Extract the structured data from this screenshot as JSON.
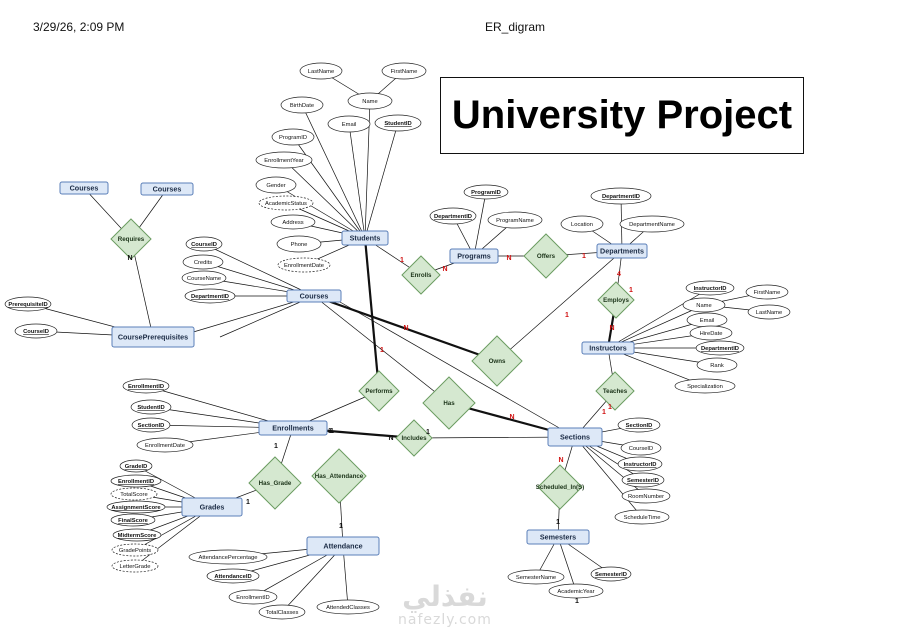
{
  "header": {
    "timestamp": "3/29/26, 2:09 PM",
    "doc_title": "ER_digram"
  },
  "title_box": "University Project",
  "watermark": {
    "arabic": "نفذلي",
    "latin": "nafezly.com"
  },
  "entities": [
    {
      "id": "students",
      "label": "Students"
    },
    {
      "id": "programs",
      "label": "Programs"
    },
    {
      "id": "departments",
      "label": "Departments"
    },
    {
      "id": "courses",
      "label": "Courses"
    },
    {
      "id": "courses_a",
      "label": "Courses"
    },
    {
      "id": "courses_b",
      "label": "Courses"
    },
    {
      "id": "courseprereq",
      "label": "CoursePrerequisites"
    },
    {
      "id": "instructors",
      "label": "Instructors"
    },
    {
      "id": "enrollments",
      "label": "Enrollments"
    },
    {
      "id": "sections",
      "label": "Sections"
    },
    {
      "id": "grades",
      "label": "Grades"
    },
    {
      "id": "attendance",
      "label": "Attendance"
    },
    {
      "id": "semesters",
      "label": "Semesters"
    }
  ],
  "relationships": [
    {
      "id": "requires",
      "label": "Requires"
    },
    {
      "id": "enrolls",
      "label": "Enrolls"
    },
    {
      "id": "offers",
      "label": "Offers"
    },
    {
      "id": "employs",
      "label": "Employs"
    },
    {
      "id": "owns",
      "label": "Owns"
    },
    {
      "id": "teaches",
      "label": "Teaches"
    },
    {
      "id": "performs",
      "label": "Performs"
    },
    {
      "id": "has",
      "label": "Has"
    },
    {
      "id": "includes",
      "label": "Includes"
    },
    {
      "id": "has_grade",
      "label": "Has_Grade"
    },
    {
      "id": "has_attendance",
      "label": "Has_Attendance"
    },
    {
      "id": "scheduled_in",
      "label": "Scheduled_In(S)"
    }
  ],
  "attributes": [
    {
      "id": "a_lastname",
      "label": "LastName"
    },
    {
      "id": "a_firstname",
      "label": "FirstName"
    },
    {
      "id": "a_name_s",
      "label": "Name"
    },
    {
      "id": "a_birthdate",
      "label": "BirthDate"
    },
    {
      "id": "a_email_s",
      "label": "Email"
    },
    {
      "id": "a_studentid",
      "label": "StudentID"
    },
    {
      "id": "a_programid_s",
      "label": "ProgramID"
    },
    {
      "id": "a_enrollyear",
      "label": "EnrollmentYear"
    },
    {
      "id": "a_gender",
      "label": "Gender"
    },
    {
      "id": "a_acadstatus",
      "label": "AcademicStatus"
    },
    {
      "id": "a_address",
      "label": "Address"
    },
    {
      "id": "a_phone",
      "label": "Phone"
    },
    {
      "id": "a_enrolldate_s",
      "label": "EnrollmentDate"
    },
    {
      "id": "a_programid_p",
      "label": "ProgramID"
    },
    {
      "id": "a_deptid_p",
      "label": "DepartmentID"
    },
    {
      "id": "a_programname",
      "label": "ProgramName"
    },
    {
      "id": "a_deptid_d",
      "label": "DepartmentID"
    },
    {
      "id": "a_location",
      "label": "Location"
    },
    {
      "id": "a_deptname",
      "label": "DepartmentName"
    },
    {
      "id": "a_courseid_c",
      "label": "CourseID"
    },
    {
      "id": "a_credits",
      "label": "Credits"
    },
    {
      "id": "a_coursename",
      "label": "CourseName"
    },
    {
      "id": "a_deptid_c",
      "label": "DepartmentID"
    },
    {
      "id": "a_prereqid",
      "label": "PrerequisiteID"
    },
    {
      "id": "a_courseid_cp",
      "label": "CourseID"
    },
    {
      "id": "a_instructorid",
      "label": "InstructorID"
    },
    {
      "id": "a_name_i",
      "label": "Name"
    },
    {
      "id": "a_firstname_i",
      "label": "FirstName"
    },
    {
      "id": "a_lastname_i",
      "label": "LastName"
    },
    {
      "id": "a_email_i",
      "label": "Email"
    },
    {
      "id": "a_hiredate",
      "label": "HireDate"
    },
    {
      "id": "a_deptid_i",
      "label": "DepartmentID"
    },
    {
      "id": "a_rank",
      "label": "Rank"
    },
    {
      "id": "a_specialization",
      "label": "Specialization"
    },
    {
      "id": "a_enrollid_e",
      "label": "EnrollmentID"
    },
    {
      "id": "a_studentid_e",
      "label": "StudentID"
    },
    {
      "id": "a_sectionid_e",
      "label": "SectionID"
    },
    {
      "id": "a_enrolldate_e",
      "label": "EnrollmentDate"
    },
    {
      "id": "a_sectionid_sec",
      "label": "SectionID"
    },
    {
      "id": "a_courseid_sec",
      "label": "CourseID"
    },
    {
      "id": "a_instructorid_sec",
      "label": "InstructorID"
    },
    {
      "id": "a_semesterid_sec",
      "label": "SemesterID"
    },
    {
      "id": "a_roomnumber",
      "label": "RoomNumber"
    },
    {
      "id": "a_scheduletime",
      "label": "ScheduleTime"
    },
    {
      "id": "a_gradeid",
      "label": "GradeID"
    },
    {
      "id": "a_enrollid_g",
      "label": "EnrollmentID"
    },
    {
      "id": "a_totalscore",
      "label": "TotalScore"
    },
    {
      "id": "a_assignscore",
      "label": "AssignmentScore"
    },
    {
      "id": "a_finalscore",
      "label": "FinalScore"
    },
    {
      "id": "a_midtermscore",
      "label": "MidtermScore"
    },
    {
      "id": "a_gradepoints",
      "label": "GradePoints"
    },
    {
      "id": "a_lettergrade",
      "label": "LetterGrade"
    },
    {
      "id": "a_attpct",
      "label": "AttendancePercentage"
    },
    {
      "id": "a_attid",
      "label": "AttendanceID"
    },
    {
      "id": "a_enrollid_a",
      "label": "EnrollmentID"
    },
    {
      "id": "a_totalclasses",
      "label": "TotalClasses"
    },
    {
      "id": "a_attendedclasses",
      "label": "AttendedClasses"
    },
    {
      "id": "a_semestername",
      "label": "SemesterName"
    },
    {
      "id": "a_semesterid",
      "label": "SemesterID"
    },
    {
      "id": "a_academicyear",
      "label": "AcademicYear"
    }
  ],
  "cardinalities": [
    {
      "id": "c1",
      "label": "1"
    },
    {
      "id": "c2",
      "label": "N"
    },
    {
      "id": "c3",
      "label": "N"
    },
    {
      "id": "c4",
      "label": "1"
    },
    {
      "id": "c5",
      "label": "4"
    },
    {
      "id": "c6",
      "label": "1"
    },
    {
      "id": "c7",
      "label": "N"
    },
    {
      "id": "c8",
      "label": "1"
    },
    {
      "id": "c9",
      "label": "N"
    },
    {
      "id": "c10",
      "label": "1"
    },
    {
      "id": "c11",
      "label": "N"
    },
    {
      "id": "c12",
      "label": "1"
    },
    {
      "id": "c13",
      "label": "1"
    },
    {
      "id": "c14",
      "label": "N"
    },
    {
      "id": "c15",
      "label": "1"
    },
    {
      "id": "c16",
      "label": "N"
    },
    {
      "id": "c17",
      "label": "1"
    },
    {
      "id": "c18",
      "label": "1"
    },
    {
      "id": "c19",
      "label": "1"
    },
    {
      "id": "c20",
      "label": "1"
    },
    {
      "id": "c21",
      "label": "1"
    },
    {
      "id": "c22",
      "label": "1"
    },
    {
      "id": "c23",
      "label": "1"
    },
    {
      "id": "c24",
      "label": "N"
    }
  ]
}
